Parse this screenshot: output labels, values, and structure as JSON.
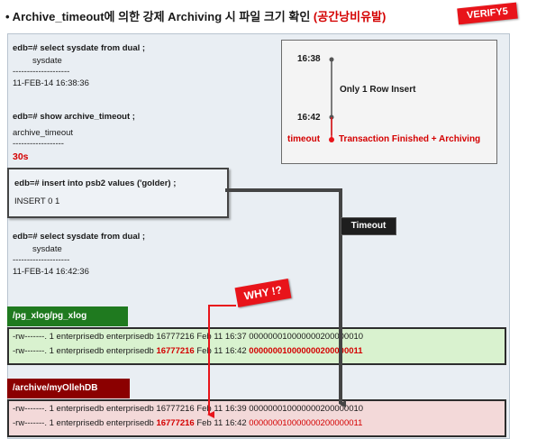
{
  "header": {
    "title_main": "• Archive_timeout에 의한 강제 Archiving 시 파일 크기 확인 ",
    "title_paren": "(공간낭비유발)",
    "verify": "VERIFY5"
  },
  "sql": {
    "q1_cmd": "edb=# select sysdate from dual ;",
    "q1_col": "sysdate",
    "q1_sep": "--------------------",
    "q1_val": "11-FEB-14 16:38:36",
    "q2_cmd": "edb=# show archive_timeout ;",
    "q2_col": "archive_timeout",
    "q2_sep": "------------------",
    "q2_val": "30s",
    "q3_cmd": "edb=# insert into psb2 values ('golder) ;",
    "q3_res": "INSERT 0 1",
    "q4_cmd": "edb=# select sysdate from dual ;",
    "q4_col": "sysdate",
    "q4_sep": "--------------------",
    "q4_val": "11-FEB-14 16:42:36"
  },
  "timeline": {
    "t1": "16:38",
    "t2": "16:42",
    "t3": "timeout",
    "label_insert": "Only 1 Row Insert",
    "label_finish": "Transaction Finished + Archiving"
  },
  "badges": {
    "timeout": "Timeout",
    "why": "WHY !?"
  },
  "pg_xlog": {
    "header": "/pg_xlog/pg_xlog",
    "row1_prefix": "-rw-------. 1 enterprisedb  enterprisedb 16777216 Feb 11 16:37 000000010000000200000010",
    "row2_a": "-rw-------. 1 enterprisedb  enterprisedb ",
    "row2_size": "16777216",
    "row2_b": " Feb 11 16:42 ",
    "row2_file": "000000010000000200000011"
  },
  "archive": {
    "header": "/archive/myOllehDB",
    "row1_prefix": "-rw-------. 1 enterprisedb  enterprisedb 16777216 Feb 11 16:39 000000010000000200000010",
    "row2_a": "-rw-------. 1 enterprisedb  enterprisedb ",
    "row2_size": "16777216",
    "row2_b": " Feb 11 16:42 ",
    "row2_file": "000000010000000200000011"
  }
}
